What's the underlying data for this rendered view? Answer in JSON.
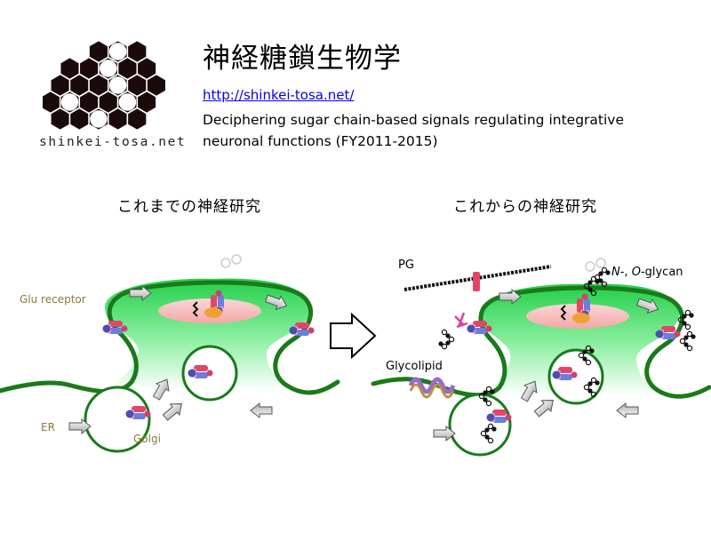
{
  "logo": {
    "caption": "shinkei-tosa.net"
  },
  "header": {
    "title": "神経糖鎖生物学",
    "url": "http://shinkei-tosa.net/",
    "description_line1": "Deciphering sugar chain-based signals regulating integrative",
    "description_line2": "neuronal functions (FY2011-2015)"
  },
  "left_panel": {
    "heading": "これまでの神経研究",
    "labels": {
      "glu_receptor": "Glu receptor",
      "er": "ER",
      "golgi": "Golgi"
    }
  },
  "right_panel": {
    "heading": "これからの神経研究",
    "labels": {
      "pg": "PG",
      "glycan_n": "N",
      "glycan_sep": "-, ",
      "glycan_o": "O",
      "glycan_rest": "-glycan",
      "glycolipid": "Glycolipid"
    }
  },
  "colors": {
    "membrane": "#1a7a1a",
    "spine_fill_top": "#2bd94f",
    "psd": "#f7c4c4",
    "label_olive": "#8a7a3a",
    "text": "#000000",
    "link": "#0000ee"
  },
  "icons": [
    "hexagon-logo-icon",
    "transition-arrow-icon",
    "vesicle-icon",
    "receptor-icon",
    "glycan-chain-icon",
    "transport-arrow-icon"
  ]
}
